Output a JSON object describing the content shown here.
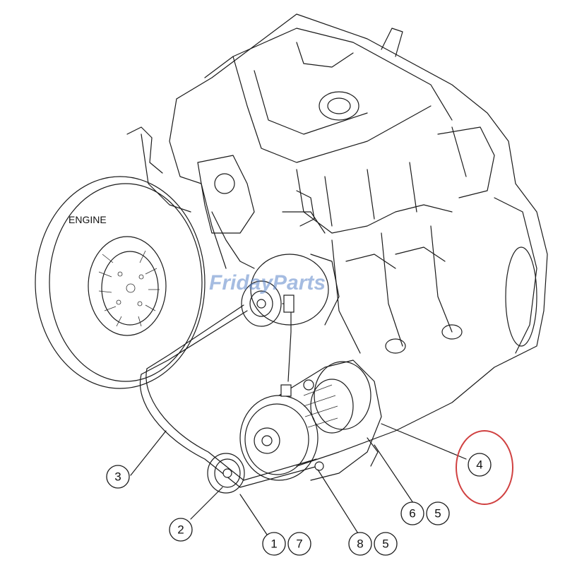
{
  "diagram": {
    "engine_label": "ENGINE",
    "watermark": "FridayParts",
    "highlight_color": "#d04040",
    "callouts": {
      "c1": "1",
      "c2": "2",
      "c3": "3",
      "c4": "4",
      "c5a": "5",
      "c5b": "5",
      "c6": "6",
      "c7": "7",
      "c8": "8"
    }
  }
}
